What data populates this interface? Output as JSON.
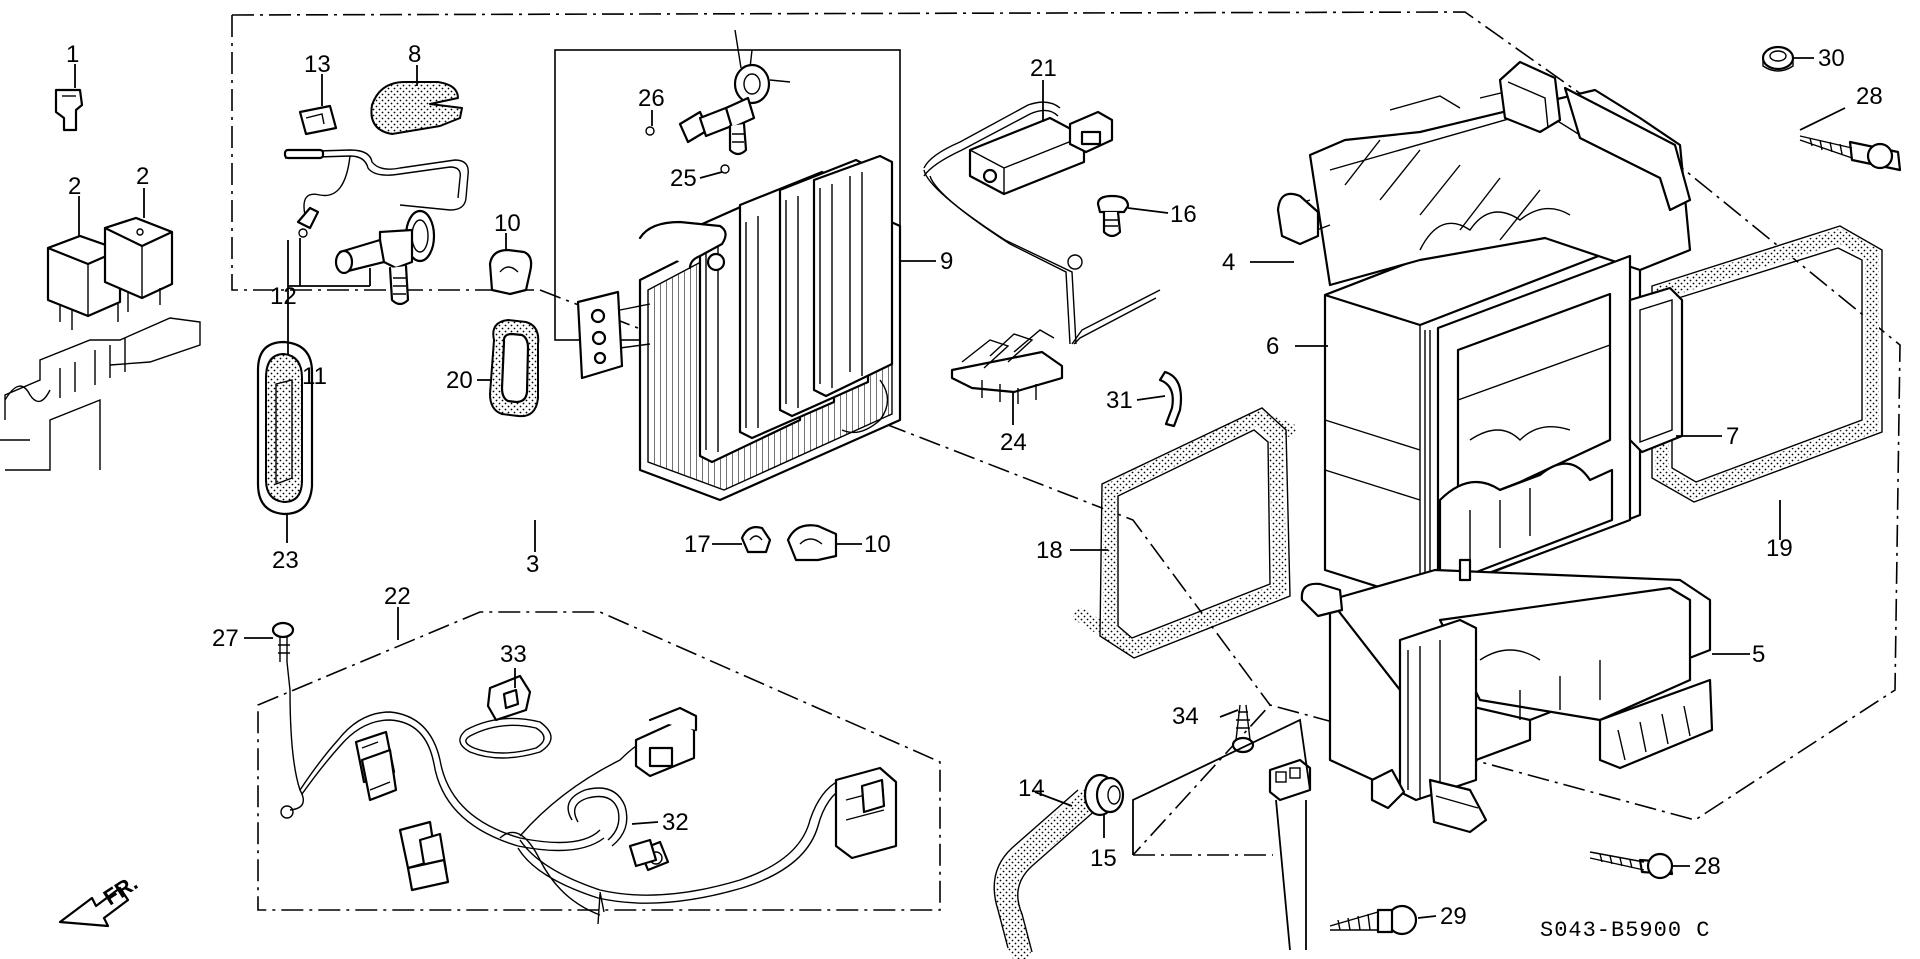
{
  "diagram_code": "S043-B5900 C",
  "front_marker": "FR.",
  "callouts": [
    "1",
    "2",
    "2",
    "3",
    "4",
    "5",
    "6",
    "7",
    "8",
    "9",
    "10",
    "10",
    "11",
    "12",
    "13",
    "14",
    "15",
    "16",
    "17",
    "18",
    "19",
    "20",
    "21",
    "22",
    "23",
    "24",
    "25",
    "26",
    "27",
    "28",
    "28",
    "29",
    "30",
    "31",
    "32",
    "33",
    "34"
  ]
}
